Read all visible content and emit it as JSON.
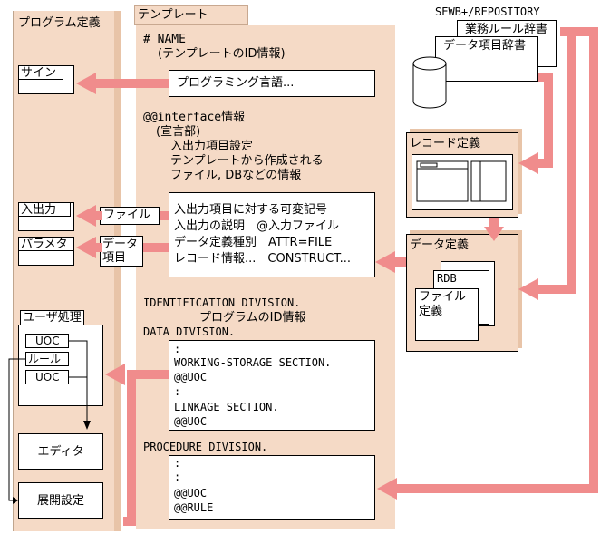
{
  "colors": {
    "peach": "#f5dac6",
    "arrow": "#f08c8c",
    "border": "#000000"
  },
  "program_def": {
    "title": "プログラム定義",
    "sign": "サイン",
    "io": "入出力",
    "param": "パラメタ",
    "user_proc": "ユーザ処理",
    "uoc1": "UOC",
    "rule": "ルール",
    "uoc2": "UOC",
    "editor": "エディタ",
    "expand": "展開設定"
  },
  "template": {
    "title": "テンプレート",
    "name_header": "# NAME",
    "name_desc": "(テンプレートのID情報)",
    "lang_box": "プログラミング言語...",
    "interface_header": "@@interface情報",
    "decl": "(宣言部)",
    "decl_lines": [
      "入出力項目設定",
      "テンプレートから作成される",
      "ファイル, DBなどの情報"
    ],
    "io_box_lines": [
      "入出力項目に対する可変記号",
      "入出力の説明　@入力ファイル",
      "データ定義種別　ATTR=FILE",
      "レコード情報...　CONSTRUCT..."
    ],
    "file_label": "ファイル",
    "data_item_label_1": "データ",
    "data_item_label_2": "項目",
    "identification": "IDENTIFICATION DIVISION.",
    "program_id": "プログラムのID情報",
    "data_division": "DATA DIVISION.",
    "data_box_lines": [
      ":",
      "WORKING-STORAGE SECTION.",
      "@@UOC",
      ":",
      "LINKAGE SECTION.",
      "@@UOC"
    ],
    "procedure": "PROCEDURE DIVISION.",
    "proc_box_lines": [
      ":",
      ":",
      "@@UOC",
      "@@RULE"
    ]
  },
  "repository": {
    "title": "SEWB+/REPOSITORY",
    "business_rule_dict": "業務ルール辞書",
    "data_item_dict": "データ項目辞書"
  },
  "record_def": {
    "title": "レコード定義"
  },
  "data_def": {
    "title": "データ定義",
    "rdb": "RDB",
    "file_def_1": "ファイル",
    "file_def_2": "定義"
  }
}
